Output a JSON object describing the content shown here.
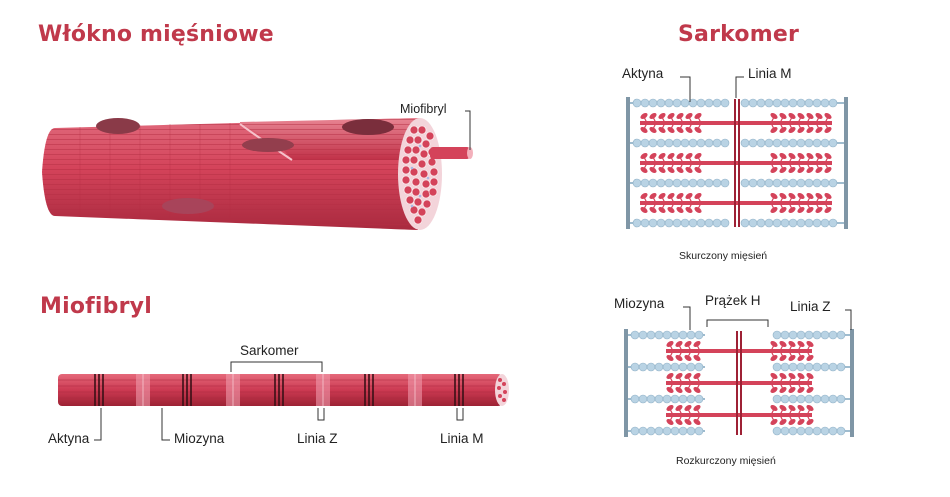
{
  "colors": {
    "accent": "#c0394b",
    "muscle": "#d4435a",
    "muscle_dark": "#9e2135",
    "actin_bead": "#b9d3e4",
    "z_line": "#7f96a6"
  },
  "fiber": {
    "title": "Włókno mięśniowe",
    "myofibril_label": "Miofibryl"
  },
  "myofibril": {
    "title": "Miofibryl",
    "sarcomere_label": "Sarkomer",
    "actin_label": "Aktyna",
    "myosin_label": "Miozyna",
    "z_line_label": "Linia Z",
    "m_line_label": "Linia M"
  },
  "sarcomere": {
    "title": "Sarkomer",
    "contracted": {
      "actin_label": "Aktyna",
      "m_line_label": "Linia M",
      "caption": "Skurczony mięsień"
    },
    "relaxed": {
      "myosin_label": "Miozyna",
      "h_band_label": "Prążek H",
      "z_line_label": "Linia Z",
      "caption": "Rozkurczony mięsień"
    }
  }
}
